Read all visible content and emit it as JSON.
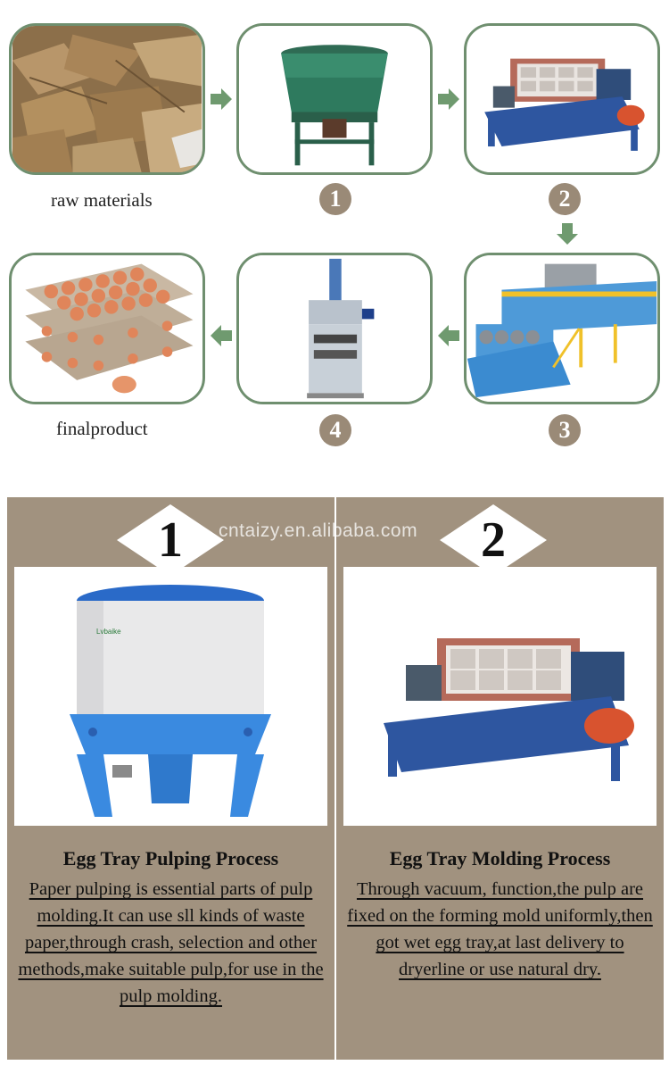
{
  "flow": {
    "caption_raw": "raw materials",
    "caption_final": "finalproduct",
    "steps": [
      "1",
      "2",
      "3",
      "4"
    ]
  },
  "panels": [
    {
      "number": "1",
      "title": "Egg Tray Pulping Process",
      "body": "Paper pulping is essential parts of pulp molding.It can use sll kinds of waste paper,through crash, selection and other methods,make suitable pulp,for use in the pulp molding."
    },
    {
      "number": "2",
      "title": "Egg Tray Molding Process",
      "body": "Through vacuum, function,the pulp are fixed on the forming mold uniformly,then got wet egg tray,at last delivery to dryerline or use natural dry."
    }
  ],
  "watermark": "cntaizy.en.alibaba.com",
  "colors": {
    "frame": "#6f8f6f",
    "arrow": "#6f9a6f",
    "step_circle": "#9a8a77",
    "panel_bg": "#a1927f"
  }
}
